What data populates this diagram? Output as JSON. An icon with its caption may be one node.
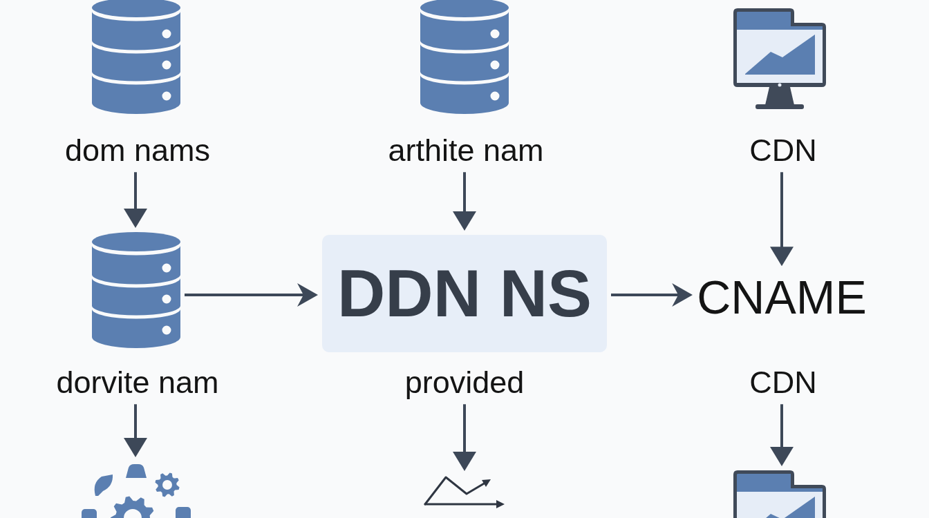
{
  "diagram": {
    "nodes": [
      {
        "text": [],
        "shape": "cylinder"
      },
      {
        "text": [],
        "shape": "cylinder"
      },
      {
        "text": [],
        "shape": "picture"
      },
      {
        "text": [
          "dom nams"
        ]
      },
      {
        "text": [
          "arthite nam"
        ]
      },
      {
        "text": [
          "CDN"
        ]
      },
      {
        "text": [],
        "shape": "cylinder"
      },
      {
        "text": [
          "DDN NS"
        ]
      },
      {
        "text": [
          "CNAME"
        ]
      },
      {
        "text": [
          "dorvite nam"
        ]
      },
      {
        "text": [
          "provided"
        ]
      },
      {
        "text": [
          "CDN"
        ]
      },
      {
        "text": [],
        "shape": "picture"
      },
      {
        "text": [],
        "shape": "picture"
      },
      {
        "text": [],
        "shape": "picture"
      }
    ],
    "edges": [
      {
        "from": 3,
        "to": 6,
        "arrow": "to"
      },
      {
        "from": 4,
        "to": 7,
        "arrow": "to"
      },
      {
        "from": 5,
        "to": 8,
        "arrow": "to"
      },
      {
        "from": 6,
        "to": 7,
        "arrow": "to"
      },
      {
        "from": 7,
        "to": 8,
        "arrow": "to"
      },
      {
        "from": 9,
        "to": 12,
        "arrow": "to"
      },
      {
        "from": 10,
        "to": 13,
        "arrow": "to"
      },
      {
        "from": 11,
        "to": 14,
        "arrow": "to"
      }
    ]
  }
}
